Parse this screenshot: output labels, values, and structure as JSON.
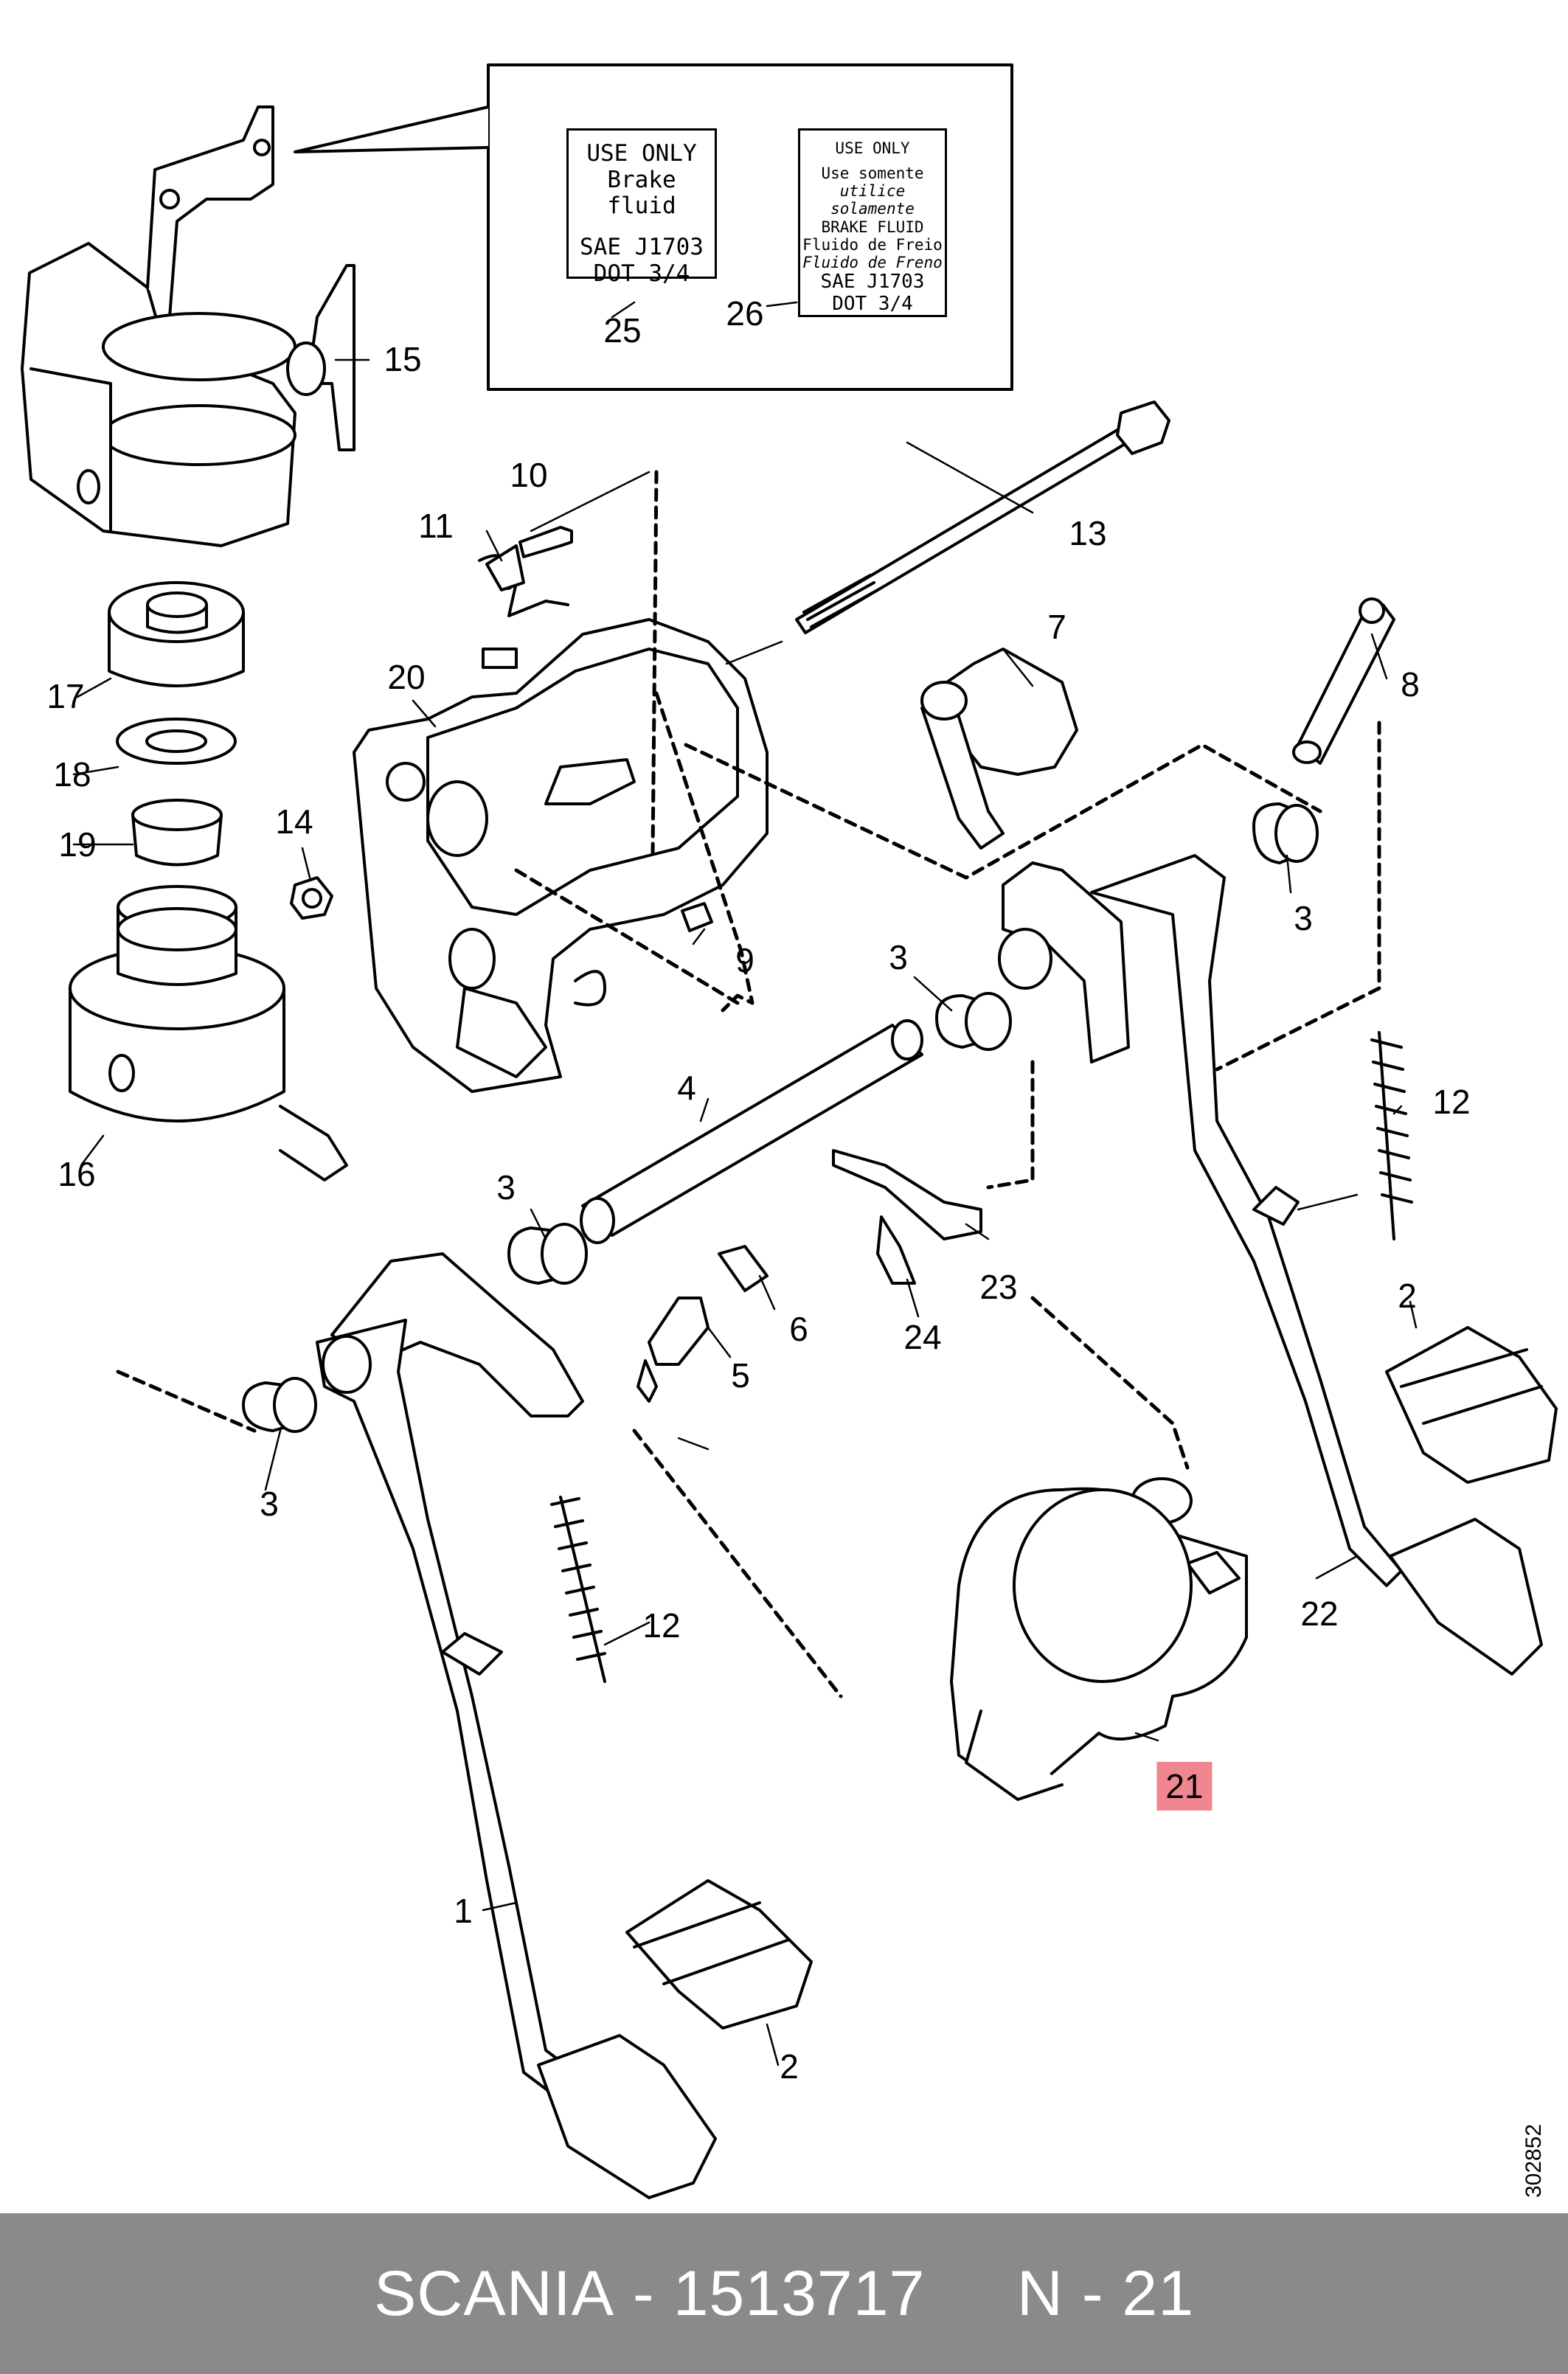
{
  "callouts": {
    "c1": "1",
    "c2a": "2",
    "c2b": "2",
    "c3a": "3",
    "c3b": "3",
    "c3c": "3",
    "c3d": "3",
    "c4": "4",
    "c5": "5",
    "c6": "6",
    "c7": "7",
    "c8": "8",
    "c9": "9",
    "c10": "10",
    "c11": "11",
    "c12a": "12",
    "c12b": "12",
    "c13": "13",
    "c14": "14",
    "c15": "15",
    "c16": "16",
    "c17": "17",
    "c18": "18",
    "c19": "19",
    "c20": "20",
    "c21": "21",
    "c22": "22",
    "c23": "23",
    "c24": "24",
    "c25": "25",
    "c26": "26"
  },
  "highlight_color": "#f0868f",
  "decal_25": {
    "line1": "USE ONLY",
    "line2": "Brake fluid",
    "line3": "SAE J1703",
    "line4": "DOT 3/4"
  },
  "decal_26": {
    "line1": "USE ONLY",
    "line2": "Use somente",
    "line3": "utilice solamente",
    "line4": "BRAKE FLUID",
    "line5": "Fluido de Freio",
    "line6": "Fluido de Freno",
    "line7": "SAE J1703",
    "line8": "DOT 3/4"
  },
  "figure_number": "302852",
  "footer": {
    "brand": "SCANIA",
    "separator": " - ",
    "part_number": "1513717",
    "ref": "N - 21",
    "background": "#8a8a8a"
  }
}
